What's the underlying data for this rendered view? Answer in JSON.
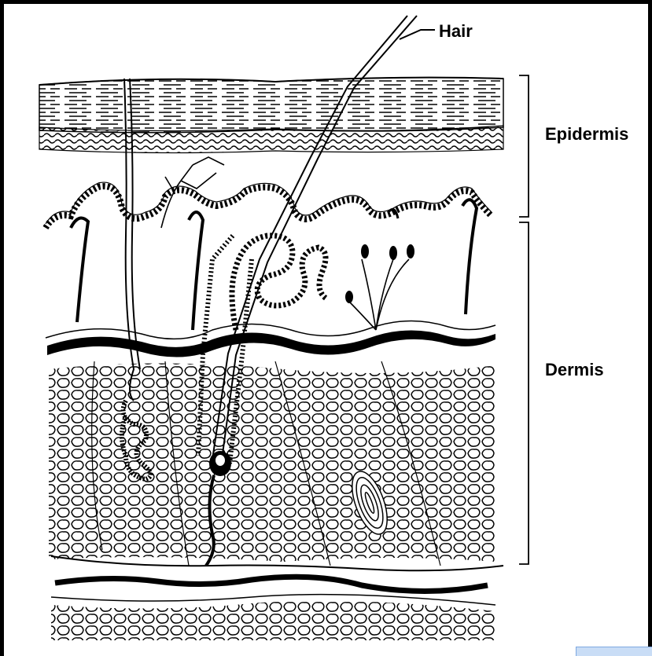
{
  "labels": {
    "hair": "Hair",
    "epidermis": "Epidermis",
    "dermis": "Dermis"
  },
  "colors": {
    "ink": "#000000",
    "paper": "#ffffff",
    "corner_widget": "#c9ddf6"
  }
}
